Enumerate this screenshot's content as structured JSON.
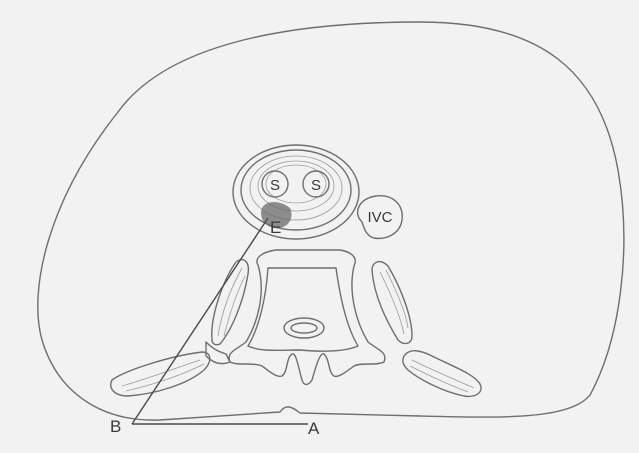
{
  "labels": {
    "s_left": "S",
    "s_right": "S",
    "ivc": "IVC",
    "point_e": "E",
    "point_b": "B",
    "point_a": "A"
  },
  "colors": {
    "background": "#f2f2f2",
    "outline": "#6e6e6e",
    "shading": "#6a6a6a"
  }
}
